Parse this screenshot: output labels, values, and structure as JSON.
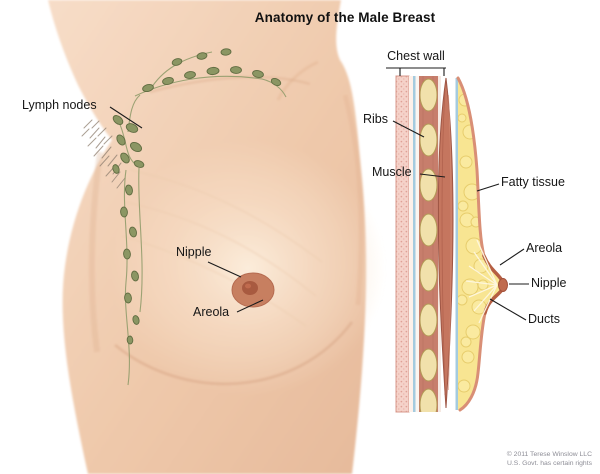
{
  "title": "Anatomy of the Male Breast",
  "figure_labels": {
    "lymph_nodes": "Lymph nodes",
    "nipple": "Nipple",
    "areola": "Areola"
  },
  "inset_labels": {
    "chest_wall": "Chest wall",
    "ribs": "Ribs",
    "muscle": "Muscle",
    "fatty_tissue": "Fatty tissue",
    "areola": "Areola",
    "nipple": "Nipple",
    "ducts": "Ducts"
  },
  "credit": {
    "line1": "© 2011 Terese Winslow LLC",
    "line2": "U.S. Govt. has certain rights"
  },
  "colors": {
    "skin": "#efc9ab",
    "skin_highlight": "#fceedd",
    "lymph_node_fill": "#8b9663",
    "lymph_node_outline": "#606c41",
    "areola": "#c57a5b",
    "nipple": "#a85a40",
    "rib": "#f1e1ab",
    "muscle": "#c5765f",
    "fatty_tissue": "#f8e592",
    "fascia_blue": "#a4cbdf",
    "skin_line": "#d98f76"
  }
}
